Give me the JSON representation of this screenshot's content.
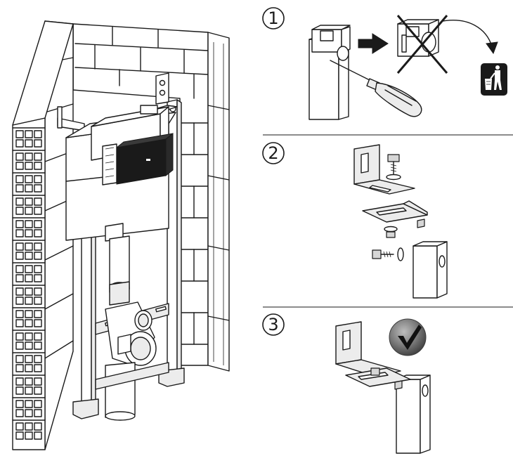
{
  "steps": [
    {
      "number": "1",
      "marker": "circled-number"
    },
    {
      "number": "2",
      "marker": "circled-number"
    },
    {
      "number": "3",
      "marker": "circled-number"
    }
  ],
  "icons": {
    "arrow": "right-arrow-icon",
    "crossed_out": "crossed-out-icon",
    "trash": "trash-bin-icon",
    "check": "checkmark-icon"
  },
  "colors": {
    "line": "#1a1a1a",
    "background": "#ffffff",
    "check_badge": "#6f6f6f"
  }
}
